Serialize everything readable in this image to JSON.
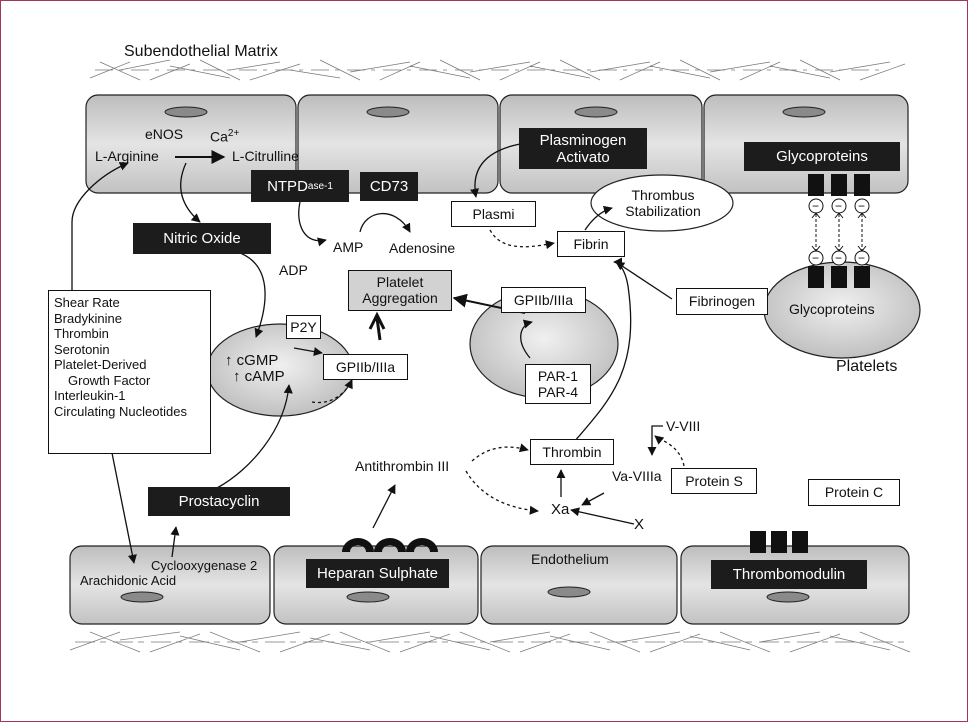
{
  "matrix_top_label": "Subendothelial Matrix",
  "labels": {
    "enos": "eNOS",
    "ca": "Ca",
    "ca_sup": "2+",
    "l_arginine": "L-Arginine",
    "l_citrulline": "L-Citrulline",
    "ntpd_main": "NTPD",
    "ntpd_sub": "ase-1",
    "cd73": "CD73",
    "plasminogen": "Plasminogen Activato",
    "glycoproteins_top": "Glycoproteins",
    "glycoproteins_platelet": "Glycoproteins",
    "platelets": "Platelets",
    "plasmi": "Plasmi",
    "thrombus_stabilization": "Thrombus Stabilization",
    "nitric_oxide": "Nitric Oxide",
    "amp": "AMP",
    "adenosine": "Adenosine",
    "fibrin": "Fibrin",
    "adp": "ADP",
    "platelet_aggregation": "Platelet Aggregation",
    "gpiib_top": "GPIIb/IIIa",
    "fibrinogen": "Fibrinogen",
    "p2y": "P2Y",
    "cgmp": "↑ cGMP",
    "camp": "↑ cAMP",
    "gpiib_bottom": "GPIIb/IIIa",
    "par1": "PAR-1",
    "par4": "PAR-4",
    "v_viii": "V-VIII",
    "thrombin": "Thrombin",
    "va_viiia": "Va-VIIIa",
    "protein_s": "Protein S",
    "protein_c": "Protein C",
    "antithrombin": "Antithrombin III",
    "xa": "Xa",
    "x": "X",
    "prostacyclin": "Prostacyclin",
    "cyclooxygenase": "Cyclooxygenase 2",
    "arachidonic": "Arachidonic Acid",
    "heparan": "Heparan Sulphate",
    "endothelium": "Endothelium",
    "thrombomodulin": "Thrombomodulin"
  },
  "stimuli_list": [
    "Shear Rate",
    "Bradykinine",
    "Thrombin",
    "Serotonin",
    "Platelet-Derived",
    "Growth Factor",
    "Interleukin-1",
    "Circulating Nucleotides"
  ],
  "inhibit_symbol": "−"
}
